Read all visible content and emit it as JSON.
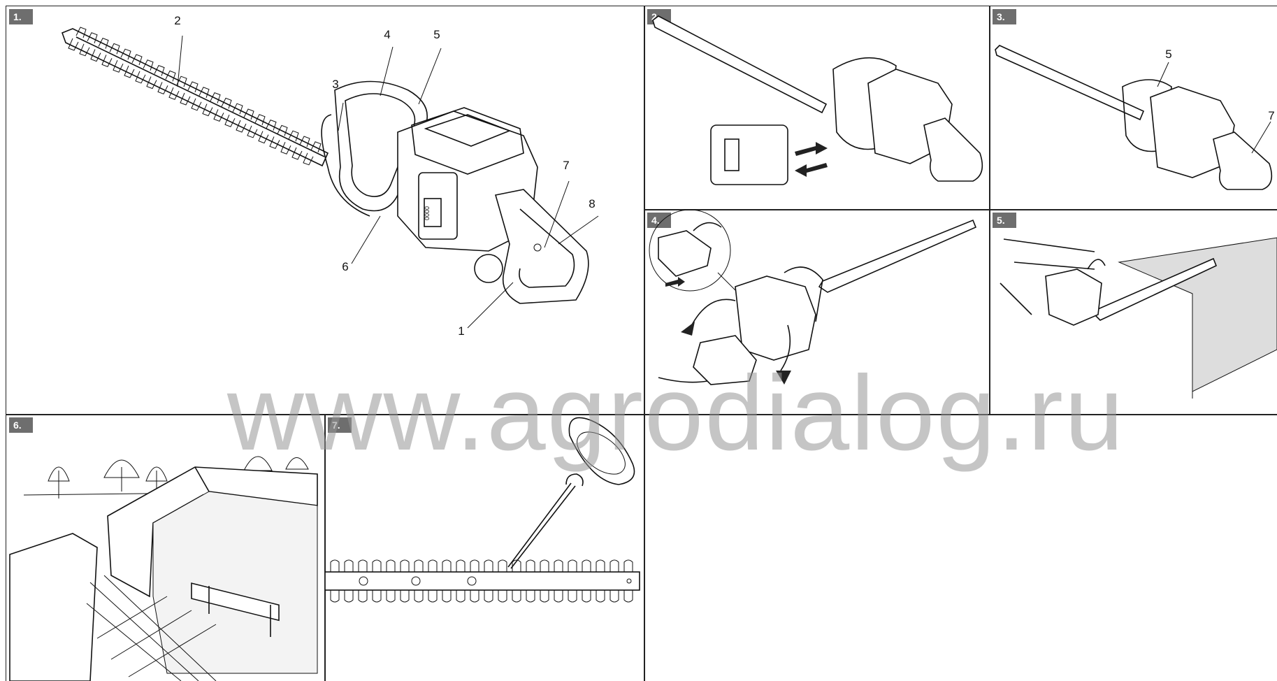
{
  "panels": [
    {
      "label": "1."
    },
    {
      "label": "2."
    },
    {
      "label": "3."
    },
    {
      "label": "4."
    },
    {
      "label": "5."
    },
    {
      "label": "6."
    },
    {
      "label": "7."
    }
  ],
  "callouts_panel1": [
    "1",
    "2",
    "3",
    "4",
    "5",
    "6",
    "7",
    "8"
  ],
  "callouts_panel3": [
    "5",
    "7"
  ],
  "display_digits": "0000",
  "watermark": "www.agrodialog.ru"
}
